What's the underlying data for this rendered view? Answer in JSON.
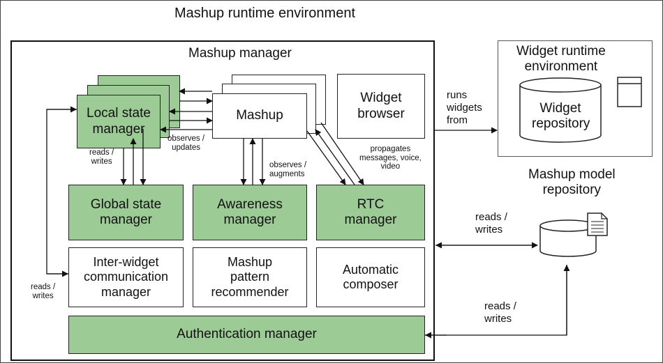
{
  "environment": {
    "title": "Mashup runtime environment"
  },
  "mashup_manager": {
    "title": "Mashup manager",
    "local_state_manager": "Local state\nmanager",
    "mashup": "Mashup",
    "widget_browser": "Widget\nbrowser",
    "global_state_manager": "Global state\nmanager",
    "awareness_manager": "Awareness\nmanager",
    "rtc_manager": "RTC\nmanager",
    "inter_widget": "Inter-widget\ncommunication\nmanager",
    "pattern_recommender": "Mashup\npattern\nrecommender",
    "automatic_composer": "Automatic\ncomposer",
    "authentication_manager": "Authentication manager"
  },
  "widget_runtime": {
    "title": "Widget runtime\nenvironment",
    "repository": "Widget\nrepository"
  },
  "model_repository": {
    "title": "Mashup model\nrepository"
  },
  "edge_labels": {
    "observes_updates": "observes /\nupdates",
    "reads_writes_lsm": "reads /\nwrites",
    "observes_augments": "observes /\naugments",
    "propagates": "propagates\nmessages, voice,\nvideo",
    "runs_widgets": "runs\nwidgets\nfrom",
    "reads_writes_repo": "reads /\nwrites",
    "reads_writes_left": "reads /\nwrites",
    "reads_writes_auth": "reads /\nwrites"
  },
  "colors": {
    "component_fill": "#9ccb96",
    "stroke": "#222222"
  }
}
